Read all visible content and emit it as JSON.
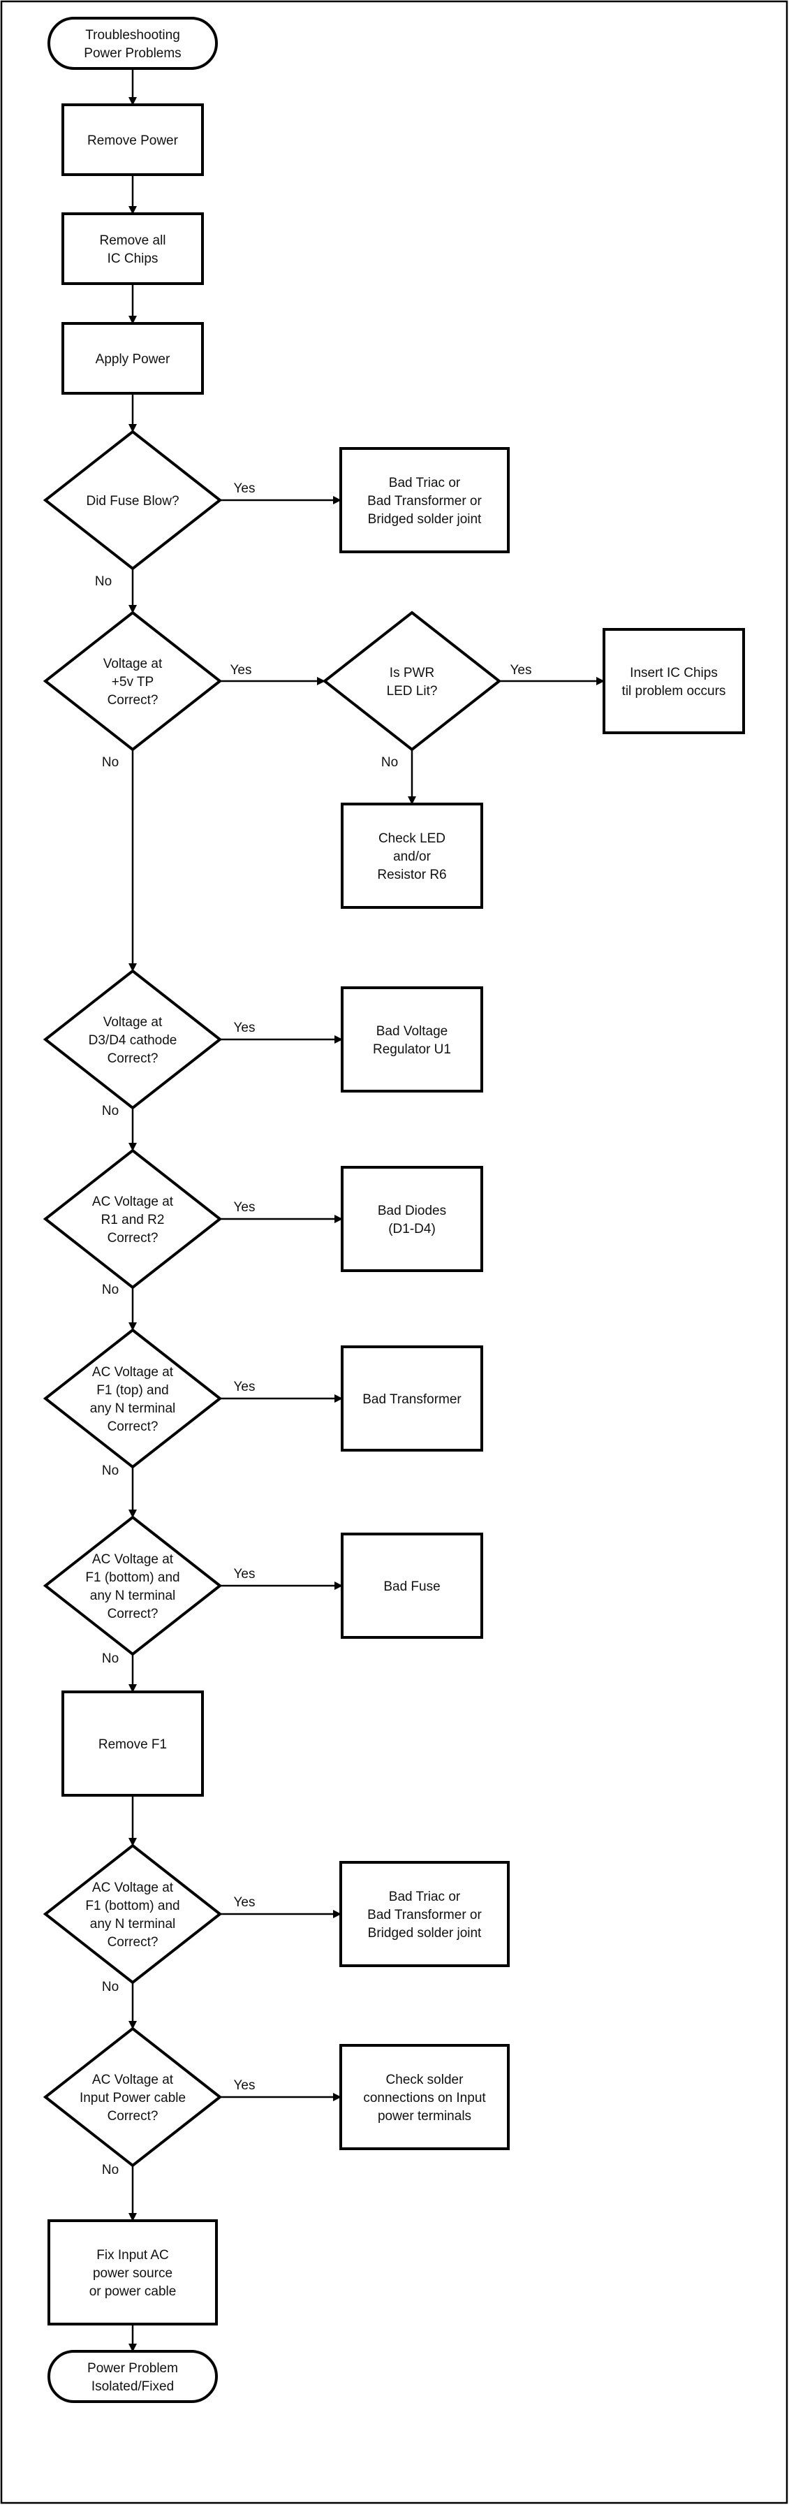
{
  "nodes": {
    "start": [
      "Troubleshooting",
      "Power Problems"
    ],
    "remove_power": [
      "Remove Power"
    ],
    "remove_ic": [
      "Remove all",
      "IC Chips"
    ],
    "apply_power": [
      "Apply Power"
    ],
    "d_fuse": [
      "Did Fuse Blow?"
    ],
    "bad_triac_1": [
      "Bad Triac or",
      "Bad Transformer or",
      "Bridged solder joint"
    ],
    "d_5v": [
      "Voltage at",
      "+5v TP",
      "Correct?"
    ],
    "d_pwr_led": [
      "Is PWR",
      "LED Lit?"
    ],
    "insert_ic": [
      "Insert IC Chips",
      "til problem occurs"
    ],
    "check_led": [
      "Check LED",
      "and/or",
      "Resistor R6"
    ],
    "d_d3d4": [
      "Voltage at",
      "D3/D4 cathode",
      "Correct?"
    ],
    "bad_reg": [
      "Bad Voltage",
      "Regulator U1"
    ],
    "d_r1r2": [
      "AC Voltage at",
      "R1 and R2",
      "Correct?"
    ],
    "bad_diodes": [
      "Bad Diodes",
      "(D1-D4)"
    ],
    "d_f1top": [
      "AC Voltage at",
      "F1 (top) and",
      "any N terminal",
      "Correct?"
    ],
    "bad_transformer": [
      "Bad Transformer"
    ],
    "d_f1bot": [
      "AC Voltage at",
      "F1 (bottom) and",
      "any N terminal",
      "Correct?"
    ],
    "bad_fuse": [
      "Bad Fuse"
    ],
    "remove_f1": [
      "Remove F1"
    ],
    "d_f1bot2": [
      "AC Voltage at",
      "F1 (bottom) and",
      "any N terminal",
      "Correct?"
    ],
    "bad_triac_2": [
      "Bad Triac or",
      "Bad Transformer or",
      "Bridged solder joint"
    ],
    "d_input": [
      "AC Voltage at",
      "Input Power cable",
      "Correct?"
    ],
    "check_solder": [
      "Check solder",
      "connections on Input",
      "power terminals"
    ],
    "fix_input": [
      "Fix Input AC",
      "power source",
      "or power cable"
    ],
    "end": [
      "Power Problem",
      "Isolated/Fixed"
    ]
  },
  "edges": [
    {
      "from": "start",
      "to": "remove_power",
      "label": ""
    },
    {
      "from": "remove_power",
      "to": "remove_ic",
      "label": ""
    },
    {
      "from": "remove_ic",
      "to": "apply_power",
      "label": ""
    },
    {
      "from": "apply_power",
      "to": "d_fuse",
      "label": ""
    },
    {
      "from": "d_fuse",
      "to": "bad_triac_1",
      "label": "Yes"
    },
    {
      "from": "d_fuse",
      "to": "d_5v",
      "label": "No"
    },
    {
      "from": "d_5v",
      "to": "d_pwr_led",
      "label": "Yes"
    },
    {
      "from": "d_pwr_led",
      "to": "insert_ic",
      "label": "Yes"
    },
    {
      "from": "d_pwr_led",
      "to": "check_led",
      "label": "No"
    },
    {
      "from": "d_5v",
      "to": "d_d3d4",
      "label": "No"
    },
    {
      "from": "d_d3d4",
      "to": "bad_reg",
      "label": "Yes"
    },
    {
      "from": "d_d3d4",
      "to": "d_r1r2",
      "label": "No"
    },
    {
      "from": "d_r1r2",
      "to": "bad_diodes",
      "label": "Yes"
    },
    {
      "from": "d_r1r2",
      "to": "d_f1top",
      "label": "No"
    },
    {
      "from": "d_f1top",
      "to": "bad_transformer",
      "label": "Yes"
    },
    {
      "from": "d_f1top",
      "to": "d_f1bot",
      "label": "No"
    },
    {
      "from": "d_f1bot",
      "to": "bad_fuse",
      "label": "Yes"
    },
    {
      "from": "d_f1bot",
      "to": "remove_f1",
      "label": "No"
    },
    {
      "from": "remove_f1",
      "to": "d_f1bot2",
      "label": ""
    },
    {
      "from": "d_f1bot2",
      "to": "bad_triac_2",
      "label": "Yes"
    },
    {
      "from": "d_f1bot2",
      "to": "d_input",
      "label": "No"
    },
    {
      "from": "d_input",
      "to": "check_solder",
      "label": "Yes"
    },
    {
      "from": "d_input",
      "to": "fix_input",
      "label": "No"
    },
    {
      "from": "fix_input",
      "to": "end",
      "label": ""
    }
  ]
}
